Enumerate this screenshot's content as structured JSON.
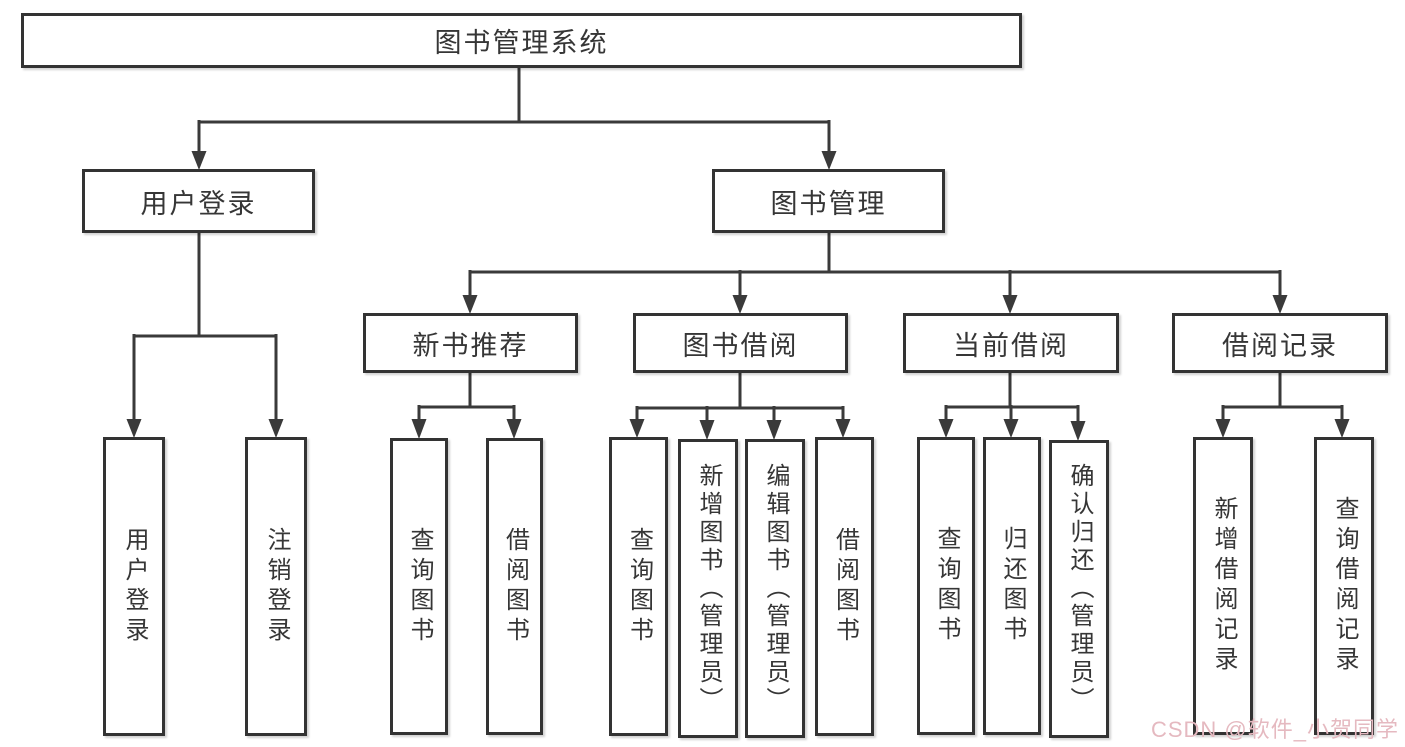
{
  "diagram": {
    "title": "图书管理系统",
    "nodes": {
      "root": {
        "label": "图书管理系统"
      },
      "l2": [
        {
          "label": "用户登录"
        },
        {
          "label": "图书管理"
        }
      ],
      "l3": [
        {
          "label": "新书推荐",
          "parent": "图书管理"
        },
        {
          "label": "图书借阅",
          "parent": "图书管理"
        },
        {
          "label": "当前借阅",
          "parent": "图书管理"
        },
        {
          "label": "借阅记录",
          "parent": "图书管理"
        }
      ],
      "leaves": [
        {
          "label": "用户登录",
          "parent": "用户登录"
        },
        {
          "label": "注销登录",
          "parent": "用户登录"
        },
        {
          "label": "查询图书",
          "parent": "新书推荐"
        },
        {
          "label": "借阅图书",
          "parent": "新书推荐"
        },
        {
          "label": "查询图书",
          "parent": "图书借阅"
        },
        {
          "label": "新增图书（管理员）",
          "parent": "图书借阅"
        },
        {
          "label": "编辑图书（管理员）",
          "parent": "图书借阅"
        },
        {
          "label": "借阅图书",
          "parent": "图书借阅"
        },
        {
          "label": "查询图书",
          "parent": "当前借阅"
        },
        {
          "label": "归还图书",
          "parent": "当前借阅"
        },
        {
          "label": "确认归还（管理员）",
          "parent": "当前借阅"
        },
        {
          "label": "新增借阅记录",
          "parent": "借阅记录"
        },
        {
          "label": "查询借阅记录",
          "parent": "借阅记录"
        }
      ]
    },
    "colors": {
      "line": "#3a3a3a",
      "box_border": "#333333",
      "text": "#363636",
      "background": "#ffffff",
      "watermark": "#e5b9c0"
    }
  },
  "watermark": {
    "text": "CSDN @软件_小贺同学"
  }
}
